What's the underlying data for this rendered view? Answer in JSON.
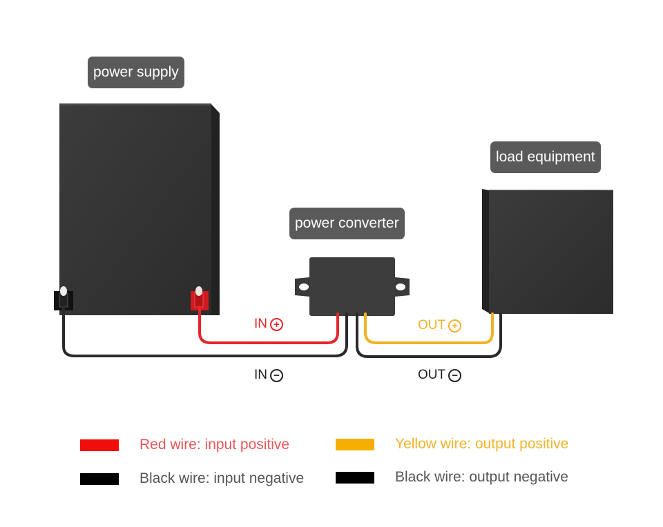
{
  "labels": {
    "power_supply": "power supply",
    "load_equipment": "load equipment",
    "power_converter": "power converter"
  },
  "wire_labels": {
    "in_pos": "IN",
    "in_pos_symbol": "+",
    "out_pos": "OUT",
    "out_pos_symbol": "+",
    "in_neg": "IN",
    "in_neg_symbol": "−",
    "out_neg": "OUT",
    "out_neg_symbol": "−"
  },
  "legend": [
    {
      "color": "#f20d0d",
      "text": "Red wire: input positive",
      "text_color": "#e8585a"
    },
    {
      "color": "#f7ae00",
      "text": "Yellow wire: output positive",
      "text_color": "#f1b42a"
    },
    {
      "color": "#000000",
      "text": "Black wire: input negative",
      "text_color": "#555555"
    },
    {
      "color": "#000000",
      "text": "Black wire: output negative",
      "text_color": "#555555"
    }
  ],
  "colors": {
    "red_wire": "#e4252b",
    "yellow_wire": "#f2b226",
    "black_wire": "#2a2a2a",
    "box": "#3a3a3a",
    "tag_bg": "#5a5a5a"
  }
}
